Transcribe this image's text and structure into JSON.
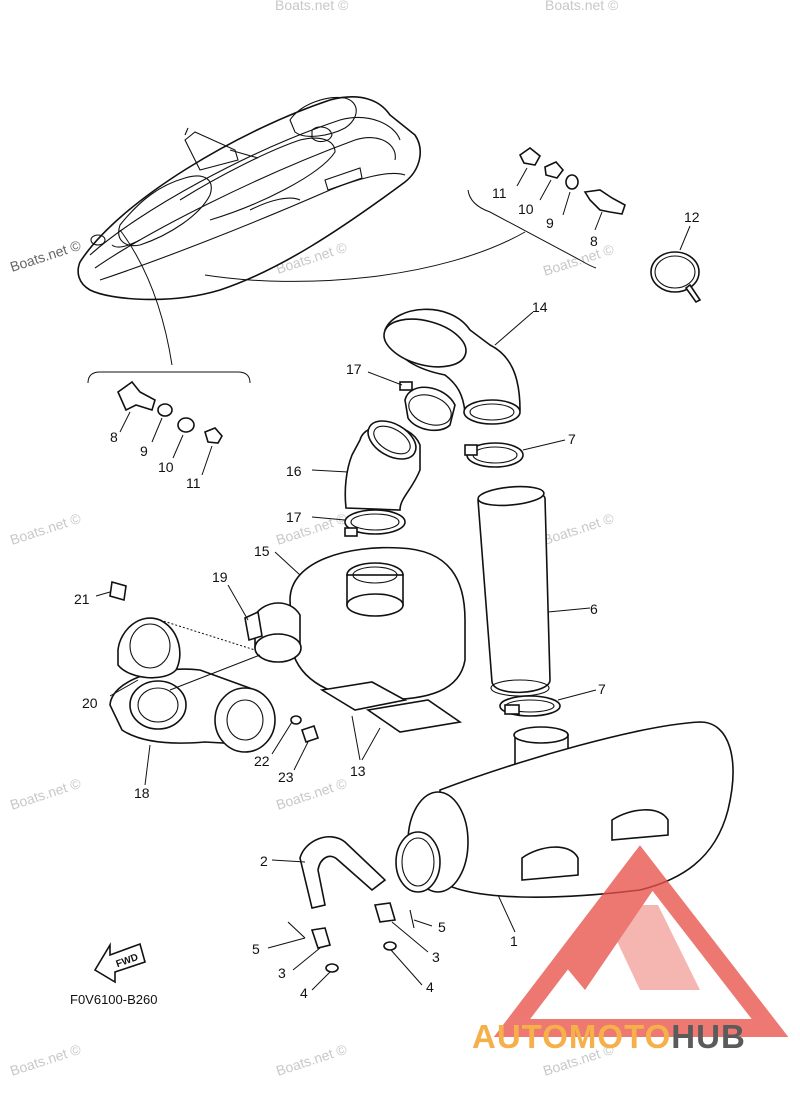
{
  "diagram_code": "F0V6100-B260",
  "fwd_label": "FWD",
  "watermark": "Boats.net ©",
  "callouts": {
    "c1": "1",
    "c2": "2",
    "c3a": "3",
    "c3b": "3",
    "c4a": "4",
    "c4b": "4",
    "c5a": "5",
    "c5b": "5",
    "c6": "6",
    "c7a": "7",
    "c7b": "7",
    "c8a": "8",
    "c8b": "8",
    "c9a": "9",
    "c9b": "9",
    "c10a": "10",
    "c10b": "10",
    "c11a": "11",
    "c11b": "11",
    "c12": "12",
    "c13": "13",
    "c14": "14",
    "c15": "15",
    "c16": "16",
    "c17a": "17",
    "c17b": "17",
    "c18": "18",
    "c19": "19",
    "c20": "20",
    "c21": "21",
    "c22": "22",
    "c23": "23"
  },
  "logo": {
    "part1": "AUTO",
    "part2": "MOTO",
    "part3": "HUB",
    "accent_color": "#e8534a",
    "text_color_primary": "#f5b04a",
    "text_color_secondary": "#5b5b5b"
  }
}
